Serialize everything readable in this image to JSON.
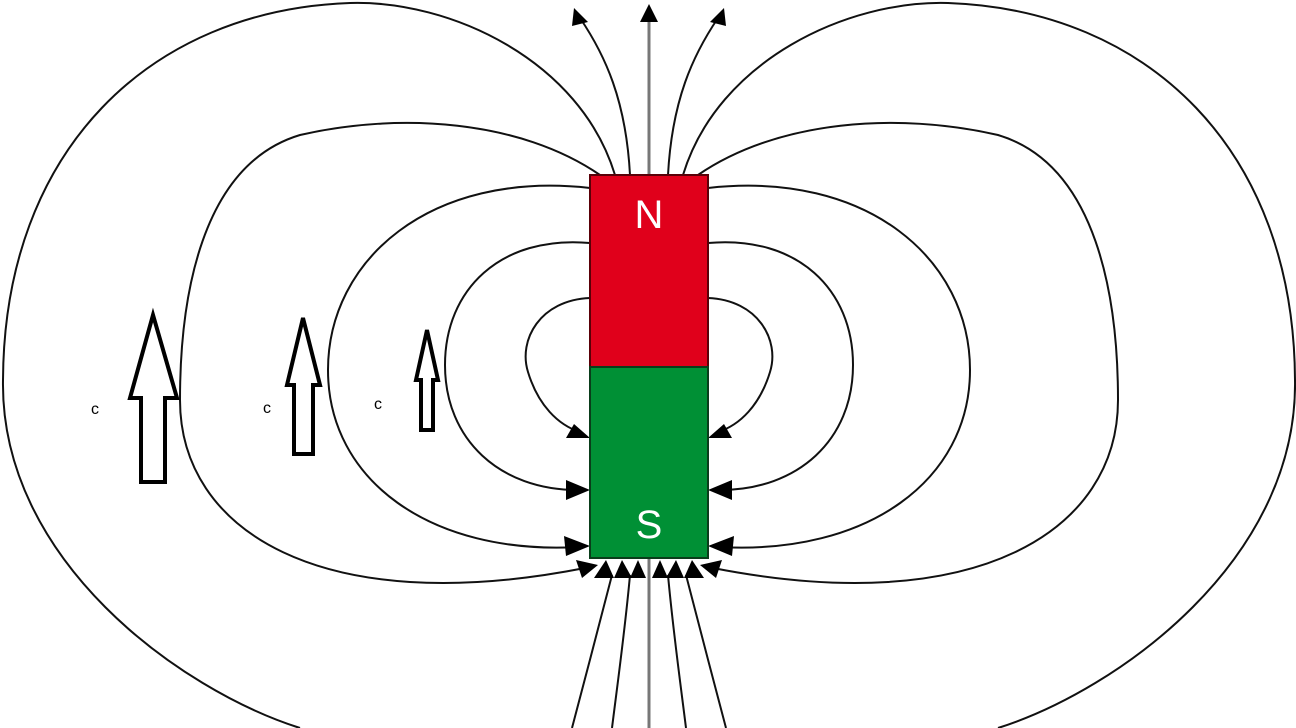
{
  "magnet": {
    "north_label": "N",
    "south_label": "S",
    "north_color": "#e0001b",
    "south_color": "#009035"
  },
  "annotations": {
    "labels": [
      "c",
      "c",
      "c"
    ]
  }
}
